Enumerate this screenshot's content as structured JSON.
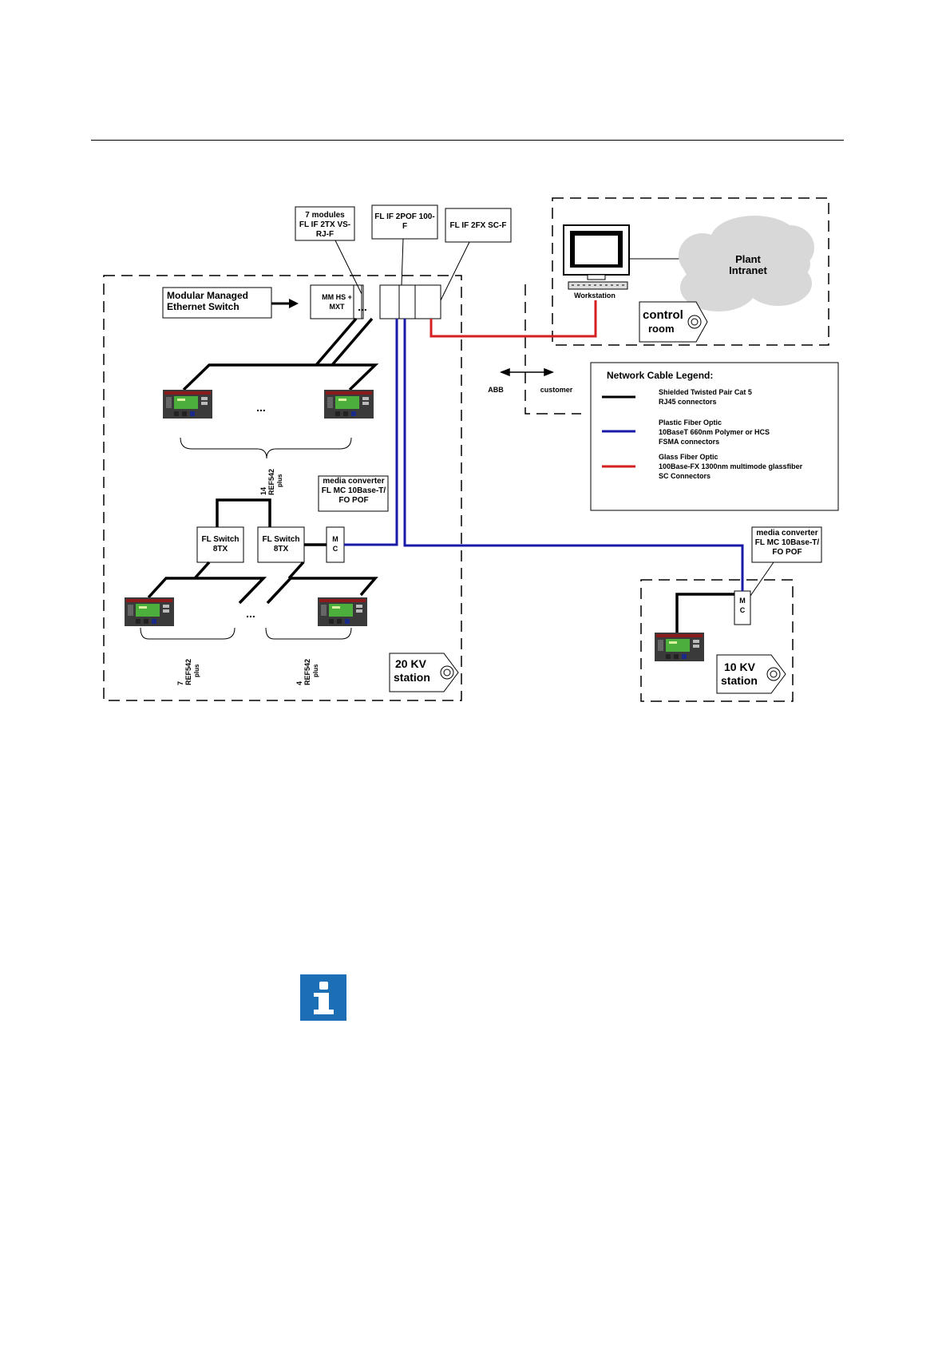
{
  "labels": {
    "modules": [
      "7 modules",
      "FL IF 2TX VS-",
      "RJ-F"
    ],
    "pof": [
      "FL IF 2POF 100-",
      "F"
    ],
    "sc": "FL IF 2FX SC-F",
    "managed_switch": [
      "Modular Managed",
      "Ethernet Switch"
    ],
    "mmhs": [
      "MM HS +",
      "MXT"
    ],
    "ellipsis": "...",
    "workstation": "Workstation",
    "plant_intranet": [
      "Plant",
      "Intranet"
    ],
    "control_room": [
      "control",
      "room"
    ],
    "abb": "ABB",
    "customer": "customer",
    "media_converter": [
      "media converter",
      "FL MC 10Base-T/",
      "FO POF"
    ],
    "fl_switch": [
      "FL Switch",
      "8TX"
    ],
    "mc": [
      "M",
      "C"
    ],
    "ref_group_14": [
      "14",
      "REF542",
      "plus"
    ],
    "ref_group_7": [
      "7",
      "REF542",
      "plus"
    ],
    "ref_group_4": [
      "4",
      "REF542",
      "plus"
    ],
    "station_20": [
      "20 KV",
      "station"
    ],
    "station_10": [
      "10 KV",
      "station"
    ]
  },
  "legend": {
    "title": "Network Cable Legend:",
    "items": [
      {
        "color": "#000000",
        "lines": [
          "Shielded Twisted Pair Cat 5",
          "RJ45 connectors"
        ]
      },
      {
        "color": "#1a1aa8",
        "lines": [
          "Plastic Fiber Optic",
          "10BaseT 660nm  Polymer or HCS",
          "FSMA connectors"
        ]
      },
      {
        "color": "#d42020",
        "lines": [
          "Glass Fiber Optic",
          "100Base-FX 1300nm multimode glassfiber",
          "SC Connectors"
        ]
      }
    ]
  },
  "colors": {
    "stp": "#000000",
    "pof": "#1a1aa8",
    "glass": "#d42020",
    "info": "#1d6fb5",
    "cloud": "#d8d8d8"
  },
  "icons": [
    "info-icon",
    "monitor-icon",
    "cloud-icon",
    "relay-device-icon",
    "tag-icon"
  ]
}
